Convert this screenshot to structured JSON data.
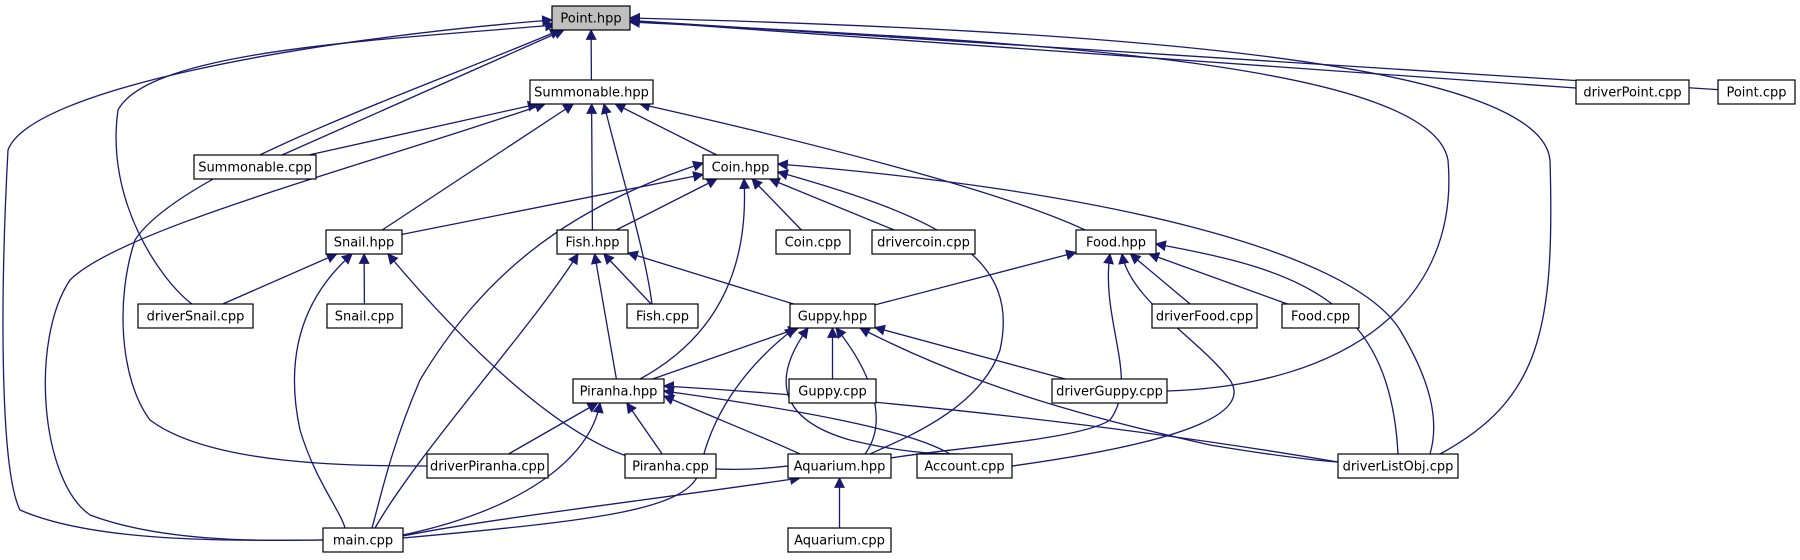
{
  "colors": {
    "edge": "#191970",
    "root_fill": "#bfbfbf",
    "node_fill": "#ffffff"
  },
  "nodes": {
    "point_hpp": "Point.hpp",
    "summonable_hpp": "Summonable.hpp",
    "driverpoint_cpp": "driverPoint.cpp",
    "point_cpp": "Point.cpp",
    "summonable_cpp": "Summonable.cpp",
    "coin_hpp": "Coin.hpp",
    "snail_hpp": "Snail.hpp",
    "fish_hpp": "Fish.hpp",
    "coin_cpp": "Coin.cpp",
    "drivercoin_cpp": "drivercoin.cpp",
    "food_hpp": "Food.hpp",
    "driversnail_cpp": "driverSnail.cpp",
    "snail_cpp": "Snail.cpp",
    "fish_cpp": "Fish.cpp",
    "guppy_hpp": "Guppy.hpp",
    "driverfood_cpp": "driverFood.cpp",
    "food_cpp": "Food.cpp",
    "piranha_hpp": "Piranha.hpp",
    "guppy_cpp": "Guppy.cpp",
    "driverguppy_cpp": "driverGuppy.cpp",
    "driverpiranha_cpp": "driverPiranha.cpp",
    "piranha_cpp": "Piranha.cpp",
    "aquarium_hpp": "Aquarium.hpp",
    "account_cpp": "Account.cpp",
    "driverlistobj_cpp": "driverListObj.cpp",
    "main_cpp": "main.cpp",
    "aquarium_cpp": "Aquarium.cpp"
  },
  "edges": [
    [
      "point_hpp",
      "summonable_hpp"
    ],
    [
      "point_hpp",
      "summonable_cpp"
    ],
    [
      "point_hpp",
      "driversnail_cpp"
    ],
    [
      "point_hpp",
      "driverpiranha_cpp"
    ],
    [
      "point_hpp",
      "main_cpp"
    ],
    [
      "point_hpp",
      "driverpoint_cpp"
    ],
    [
      "point_hpp",
      "point_cpp"
    ],
    [
      "point_hpp",
      "driverguppy_cpp"
    ],
    [
      "point_hpp",
      "driverlistobj_cpp"
    ],
    [
      "summonable_hpp",
      "summonable_cpp"
    ],
    [
      "summonable_hpp",
      "main_cpp"
    ],
    [
      "summonable_hpp",
      "snail_hpp"
    ],
    [
      "summonable_hpp",
      "fish_hpp"
    ],
    [
      "summonable_hpp",
      "fish_cpp"
    ],
    [
      "summonable_hpp",
      "coin_hpp"
    ],
    [
      "summonable_hpp",
      "food_hpp"
    ],
    [
      "coin_hpp",
      "snail_hpp"
    ],
    [
      "coin_hpp",
      "fish_hpp"
    ],
    [
      "coin_hpp",
      "coin_cpp"
    ],
    [
      "coin_hpp",
      "drivercoin_cpp"
    ],
    [
      "coin_hpp",
      "main_cpp"
    ],
    [
      "coin_hpp",
      "piranha_hpp"
    ],
    [
      "coin_hpp",
      "aquarium_hpp"
    ],
    [
      "coin_hpp",
      "driverlistobj_cpp"
    ],
    [
      "snail_hpp",
      "driversnail_cpp"
    ],
    [
      "snail_hpp",
      "snail_cpp"
    ],
    [
      "snail_hpp",
      "main_cpp"
    ],
    [
      "snail_hpp",
      "aquarium_hpp"
    ],
    [
      "fish_hpp",
      "fish_cpp"
    ],
    [
      "fish_hpp",
      "guppy_hpp"
    ],
    [
      "fish_hpp",
      "piranha_hpp"
    ],
    [
      "fish_hpp",
      "main_cpp"
    ],
    [
      "food_hpp",
      "guppy_hpp"
    ],
    [
      "food_hpp",
      "driverfood_cpp"
    ],
    [
      "food_hpp",
      "food_cpp"
    ],
    [
      "food_hpp",
      "driverlistobj_cpp"
    ],
    [
      "food_hpp",
      "aquarium_hpp"
    ],
    [
      "food_hpp",
      "account_cpp"
    ],
    [
      "guppy_hpp",
      "piranha_hpp"
    ],
    [
      "guppy_hpp",
      "guppy_cpp"
    ],
    [
      "guppy_hpp",
      "driverguppy_cpp"
    ],
    [
      "guppy_hpp",
      "aquarium_hpp"
    ],
    [
      "guppy_hpp",
      "account_cpp"
    ],
    [
      "guppy_hpp",
      "driverlistobj_cpp"
    ],
    [
      "guppy_hpp",
      "main_cpp"
    ],
    [
      "piranha_hpp",
      "driverpiranha_cpp"
    ],
    [
      "piranha_hpp",
      "piranha_cpp"
    ],
    [
      "piranha_hpp",
      "aquarium_hpp"
    ],
    [
      "piranha_hpp",
      "account_cpp"
    ],
    [
      "piranha_hpp",
      "driverlistobj_cpp"
    ],
    [
      "piranha_hpp",
      "main_cpp"
    ],
    [
      "aquarium_hpp",
      "main_cpp"
    ],
    [
      "aquarium_hpp",
      "aquarium_cpp"
    ]
  ]
}
